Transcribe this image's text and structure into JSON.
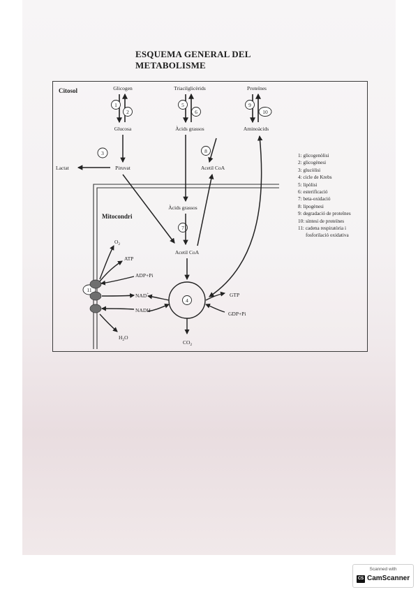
{
  "title": {
    "line1": "ESQUEMA GENERAL DEL",
    "line2": "METABOLISME"
  },
  "regions": {
    "cytosol": "Citosol",
    "mitochondrion": "Mitocondri"
  },
  "metabolites": {
    "glycogen": "Glicogen",
    "triglycerides": "Triacilglicèrids",
    "proteins": "Proteïnes",
    "glucose": "Glucosa",
    "fatty_acids": "Àcids grassos",
    "amino_acids": "Aminoàcids",
    "lactate": "Lactat",
    "pyruvate": "Piruvat",
    "acetyl_coa_cyto": "Acetil CoA",
    "fatty_acids_mito": "Àcids grassos",
    "acetyl_coa_mito": "Acetil CoA",
    "o2": "O",
    "o2_sub": "2",
    "atp": "ATP",
    "adp_pi": "ADP+Pi",
    "nad": "NAD",
    "nad_sup": "+",
    "nadh": "NADH",
    "h2o_h": "H",
    "h2o_sub": "2",
    "h2o_o": "O",
    "co2": "CO",
    "co2_sub": "2",
    "gtp": "GTP",
    "gdp_pi": "GDP+Pi"
  },
  "step_numbers": {
    "s1": "1",
    "s2": "2",
    "s3": "3",
    "s4": "4",
    "s5": "5",
    "s6": "6",
    "s7": "7",
    "s8": "8",
    "s9": "9",
    "s10": "10",
    "s11": "11"
  },
  "legend": [
    "1: glicogenòlisi",
    "2: glicogènesi",
    "3: glucòlisi",
    "4: cicle de Krebs",
    "5: lipòlisi",
    "6: esterificació",
    "7: beta-oxidació",
    "8: lipogènesi",
    "9: degradació de proteïnes",
    "10: síntesi de proteïnes",
    "11: cadena respiratòria  i",
    "fosforilació oxidativa"
  ],
  "badge": {
    "top": "Scanned with",
    "logo": "CS",
    "name": "CamScanner"
  }
}
